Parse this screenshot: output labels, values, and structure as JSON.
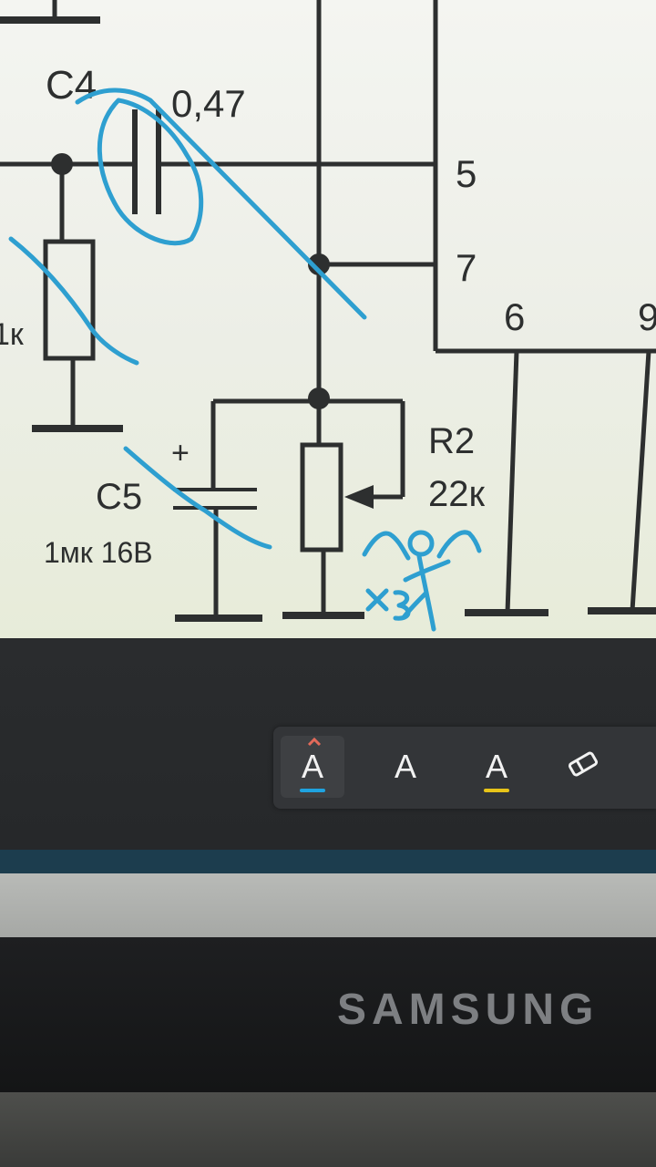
{
  "schematic": {
    "labels": {
      "c4_name": "C4",
      "c4_value": "0,47",
      "pin5": "5",
      "pin7": "7",
      "pin6": "6",
      "pin9": "9",
      "r1_value_partial": "1к",
      "c5_polarity": "+",
      "c5_name": "C5",
      "c5_value": "1мк 16В",
      "r2_name": "R2",
      "r2_value": "22к",
      "annotation_x3": "x3"
    }
  },
  "toolbar": {
    "tools": [
      {
        "label": "A",
        "icon": "pen-tool-icon",
        "underline_color": "#1fa3e0",
        "active": true
      },
      {
        "label": "A",
        "icon": "text-tool-icon",
        "underline_color": "",
        "active": false
      },
      {
        "label": "A",
        "icon": "highlighter-tool-icon",
        "underline_color": "#e8c419",
        "active": false
      },
      {
        "label": "",
        "icon": "eraser-tool-icon",
        "underline_color": "",
        "active": false
      }
    ]
  },
  "monitor": {
    "brand": "SAMSUNG"
  },
  "colors": {
    "ink": "#2e9fd0",
    "wire": "#2d2f2f"
  }
}
